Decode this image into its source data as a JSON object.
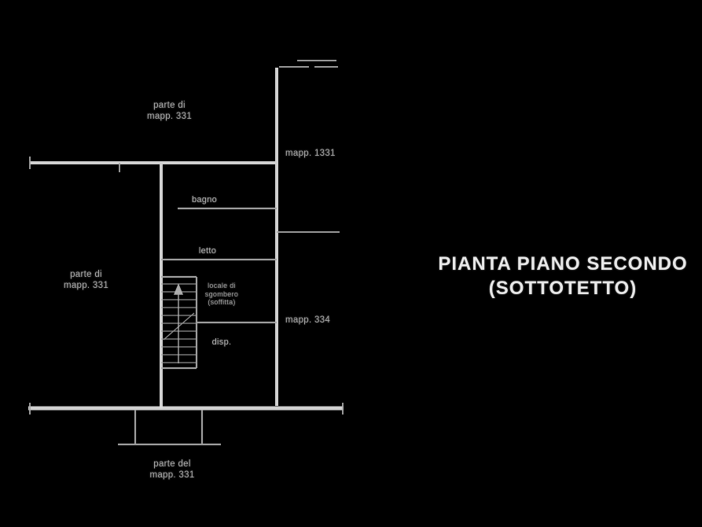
{
  "title": {
    "line1": "PIANTA PIANO SECONDO",
    "line2": "(SOTTOTETTO)"
  },
  "parcels": {
    "top": {
      "line1": "parte di",
      "line2": "mapp. 331"
    },
    "right_upper": {
      "label": "mapp. 1331"
    },
    "left": {
      "line1": "parte di",
      "line2": "mapp. 331"
    },
    "right_lower": {
      "label": "mapp. 334"
    },
    "bottom": {
      "line1": "parte del",
      "line2": "mapp. 331"
    }
  },
  "rooms": {
    "bagno": "bagno",
    "letto": "letto",
    "stair_note": {
      "line1": "locale di",
      "line2": "sgombero",
      "line3": "(soffitta)"
    },
    "disp": "disp."
  },
  "colors": {
    "background": "#000000",
    "wall": "#dcdcdc",
    "thin_line": "#a8a8a8",
    "step_line": "#9f9f9f",
    "label_text": "#ababab",
    "title_text": "#e8e8e8"
  }
}
